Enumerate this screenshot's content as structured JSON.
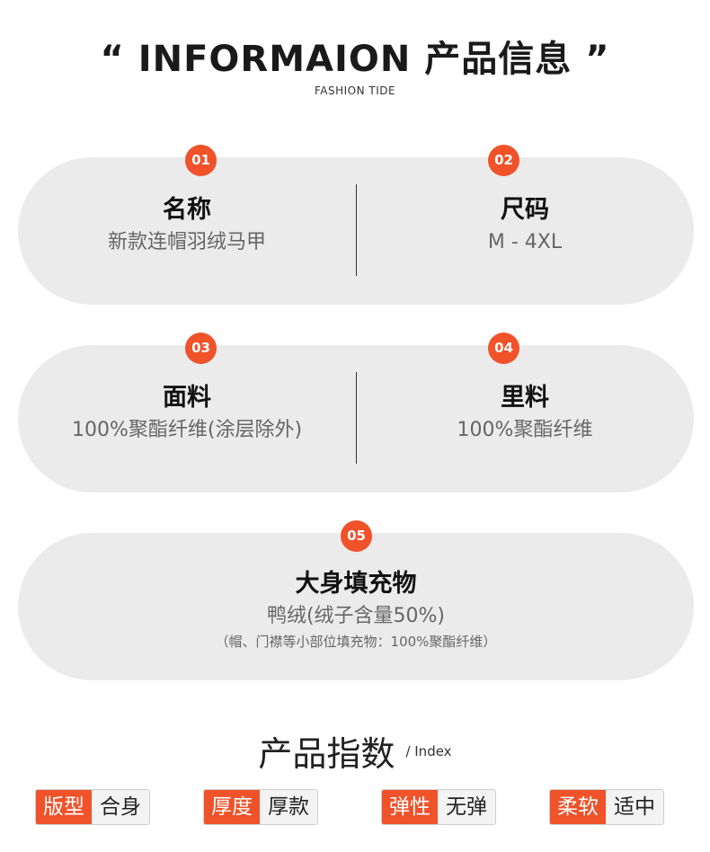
{
  "header": {
    "title": "“ INFORMAION 产品信息 ”",
    "subtitle": "FASHION TIDE"
  },
  "items": [
    {
      "num": "01",
      "label": "名称",
      "value": "新款连帽羽绒马甲"
    },
    {
      "num": "02",
      "label": "尺码",
      "value": "M - 4XL"
    },
    {
      "num": "03",
      "label": "面料",
      "value": "100%聚酯纤维(涂层除外)"
    },
    {
      "num": "04",
      "label": "里料",
      "value": "100%聚酯纤维"
    },
    {
      "num": "05",
      "label": "大身填充物",
      "value": "鸭绒(绒子含量50%)",
      "note": "（帽、门襟等小部位填充物：100%聚酯纤维）"
    }
  ],
  "index": {
    "title": "产品指数",
    "suffix": "/ Index",
    "tags": [
      {
        "key": "版型",
        "value": "合身"
      },
      {
        "key": "厚度",
        "value": "厚款"
      },
      {
        "key": "弹性",
        "value": "无弹"
      },
      {
        "key": "柔软",
        "value": "适中"
      }
    ]
  },
  "colors": {
    "accent": "#f0522a",
    "pill": "#ebebeb"
  }
}
